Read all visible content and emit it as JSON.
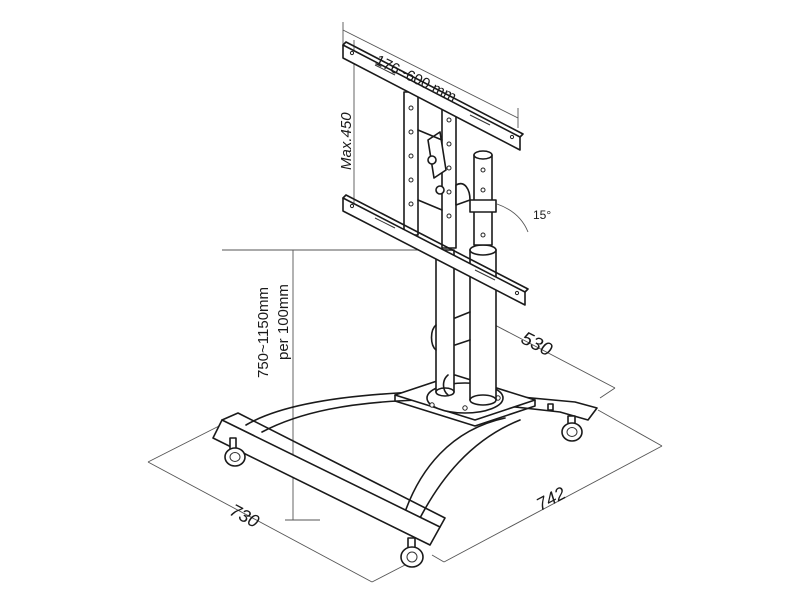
{
  "dimensions": {
    "vesa_width": "176~600 mm",
    "vesa_height": "Max.450",
    "tilt": "15°",
    "height_range": "750~1150mm",
    "height_step": "per 100mm",
    "depth": "530",
    "base_width": "730",
    "base_length": "742"
  },
  "colors": {
    "line": "#1a1a1a",
    "background": "#ffffff"
  }
}
